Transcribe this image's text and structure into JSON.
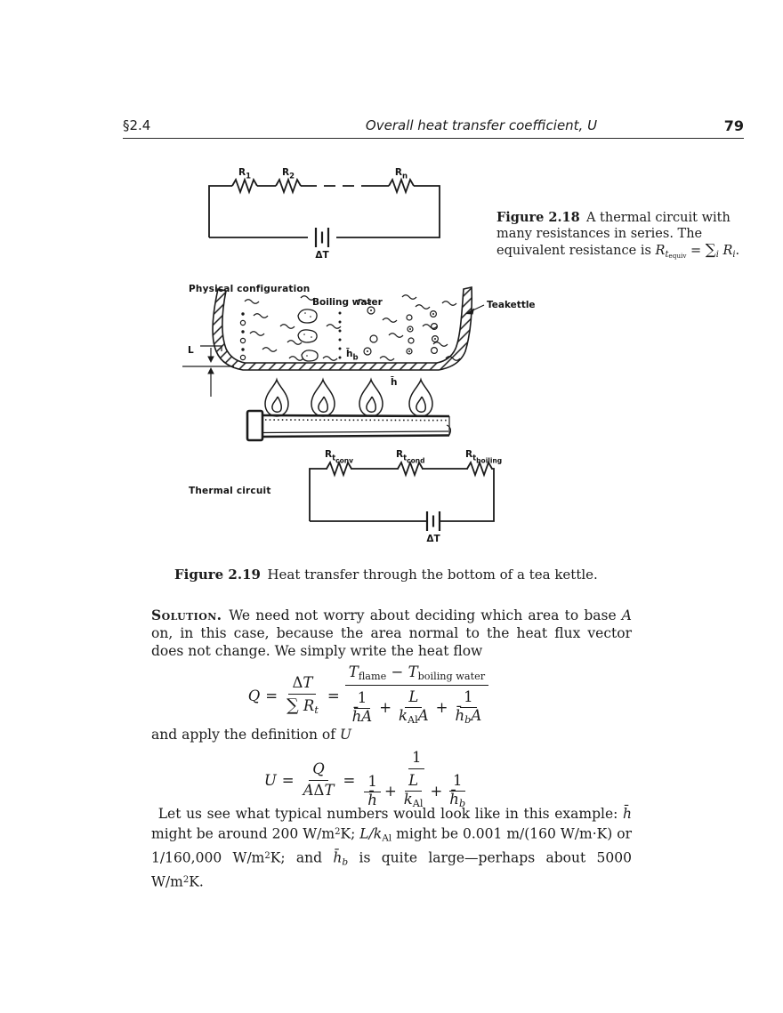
{
  "header": {
    "section": "§2.4",
    "title": "Overall heat transfer coefficient, U",
    "page_number": "79"
  },
  "figure_2_18": {
    "labels": {
      "r1": "R",
      "r1_sub": "1",
      "r2": "R",
      "r2_sub": "2",
      "rn": "R",
      "rn_sub": "n",
      "delta_t": "ΔT"
    },
    "caption_tokens": [
      {
        "x": "Figure 2.18",
        "s": "b"
      },
      {
        "x": " A thermal circuit with many resistances in series. The equivalent resistance is "
      },
      {
        "x": "R",
        "s": "i"
      },
      {
        "x": "t",
        "s": "sub i"
      },
      {
        "x": "equiv",
        "s": "subsub"
      },
      {
        "x": " = "
      },
      {
        "x": "∑",
        "s": "sum"
      },
      {
        "x": "i",
        "s": "sub i"
      },
      {
        "x": " "
      },
      {
        "x": "R",
        "s": "i"
      },
      {
        "x": "i",
        "s": "sub i"
      },
      {
        "x": "."
      }
    ]
  },
  "figure_2_19": {
    "physical_configuration_label": "Physical configuration",
    "thermal_circuit_label": "Thermal circuit",
    "boiling_water_label": "Boiling water",
    "teakettle_label": "Teakettle",
    "length_label": "L",
    "h_bar_b": "h̄",
    "h_bar_b_sub": "b",
    "h_bar": "h̄",
    "rt_conv": {
      "R": "R",
      "t": "t",
      "sub": "conv"
    },
    "rt_cond": {
      "R": "R",
      "t": "t",
      "sub": "cond"
    },
    "rt_boiling": {
      "R": "R",
      "t": "t",
      "sub": "boiling"
    },
    "delta_t": "ΔT",
    "caption_tokens": [
      {
        "x": "Figure 2.19",
        "s": "b"
      },
      {
        "x": " Heat transfer through the bottom of a tea kettle."
      }
    ]
  },
  "solution_paragraph_tokens": [
    {
      "x": "Solution.",
      "s": "b sc"
    },
    {
      "x": " We need not worry about deciding which area to base "
    },
    {
      "x": "A",
      "s": "i"
    },
    {
      "x": " on, in this case, because the area normal to the heat flux vector does not change. We simply write the heat flow"
    }
  ],
  "apply_line_tokens": [
    {
      "x": "and apply the definition of "
    },
    {
      "x": "U",
      "s": "i"
    }
  ],
  "equations": {
    "heat_flow": {
      "lhs": "Q",
      "eq1": "=",
      "eq2": "=",
      "plus1": "+",
      "plus2": "+",
      "f1_num": [
        {
          "x": "Δ"
        },
        {
          "x": "T",
          "s": "i"
        }
      ],
      "f1_den": [
        {
          "x": "∑",
          "s": "sum"
        },
        {
          "x": " R",
          "s": "i"
        },
        {
          "x": "t",
          "s": "sub i"
        }
      ],
      "f2_num": [
        {
          "x": "T",
          "s": "i"
        },
        {
          "x": "flame",
          "s": "sub"
        },
        {
          "x": " − "
        },
        {
          "x": "T",
          "s": "i"
        },
        {
          "x": "boiling water",
          "s": "sub"
        }
      ],
      "t1_num": [
        {
          "x": "1"
        }
      ],
      "t1_den": [
        {
          "x": "h̄",
          "s": "i"
        },
        {
          "x": "A",
          "s": "i"
        }
      ],
      "t2_num": [
        {
          "x": "L",
          "s": "i"
        }
      ],
      "t2_den": [
        {
          "x": "k",
          "s": "i"
        },
        {
          "x": "Al",
          "s": "sub"
        },
        {
          "x": "A",
          "s": "i"
        }
      ],
      "t3_num": [
        {
          "x": "1"
        }
      ],
      "t3_den": [
        {
          "x": "h̄",
          "s": "i"
        },
        {
          "x": "b",
          "s": "sub i"
        },
        {
          "x": "A",
          "s": "i"
        }
      ]
    },
    "overall_U": {
      "lhs": "U",
      "eq1": "=",
      "eq2": "=",
      "plus1": "+",
      "plus2": "+",
      "f1_num": [
        {
          "x": "Q",
          "s": "i"
        }
      ],
      "f1_den": [
        {
          "x": "A",
          "s": "i"
        },
        {
          "x": "Δ"
        },
        {
          "x": "T",
          "s": "i"
        }
      ],
      "f2_num": [
        {
          "x": "1"
        }
      ],
      "t1_num": [
        {
          "x": "1"
        }
      ],
      "t1_den": [
        {
          "x": "h̄",
          "s": "i"
        }
      ],
      "t2_num": [
        {
          "x": "L",
          "s": "i"
        }
      ],
      "t2_den": [
        {
          "x": "k",
          "s": "i"
        },
        {
          "x": "Al",
          "s": "sub"
        }
      ],
      "t3_num": [
        {
          "x": "1"
        }
      ],
      "t3_den": [
        {
          "x": "h̄",
          "s": "i"
        },
        {
          "x": "b",
          "s": "sub i"
        }
      ]
    }
  },
  "closing_paragraph_tokens": [
    {
      "x": " Let us see what typical numbers would look like in this example: "
    },
    {
      "x": "h̄",
      "s": "i"
    },
    {
      "x": " might be around 200 W/m"
    },
    {
      "x": "2",
      "s": "sup"
    },
    {
      "x": "K; "
    },
    {
      "x": "L/k",
      "s": "i"
    },
    {
      "x": "Al",
      "s": "sub"
    },
    {
      "x": " might be 0.001 m/(160 W/m·K) or 1/160,000 W/m"
    },
    {
      "x": "2",
      "s": "sup"
    },
    {
      "x": "K; and "
    },
    {
      "x": "h̄",
      "s": "i"
    },
    {
      "x": "b",
      "s": "sub i"
    },
    {
      "x": " is quite large—perhaps about 5000 W/m"
    },
    {
      "x": "2",
      "s": "sup"
    },
    {
      "x": "K."
    }
  ]
}
